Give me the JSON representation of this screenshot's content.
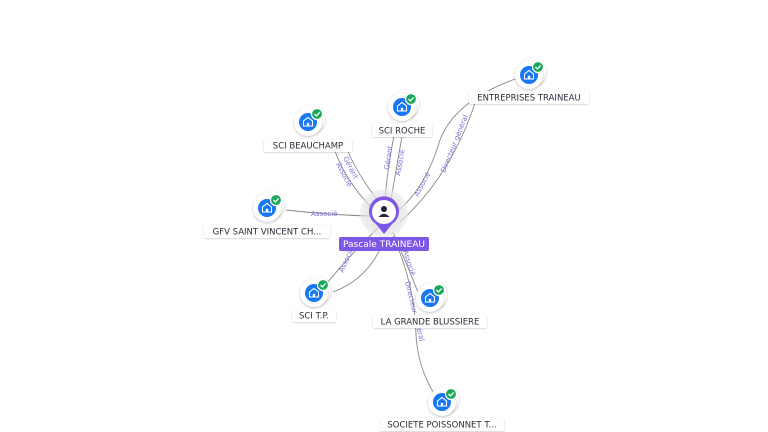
{
  "center": {
    "name": "Pascale TRAINEAU",
    "icon": "person-icon",
    "color": "#7e57e8"
  },
  "colors": {
    "company": "#1877f2",
    "verified": "#1ca85b",
    "edge": "#8a8a8a",
    "edge_label": "#7d6fd6"
  },
  "nodes": [
    {
      "id": "sci-beauchamp",
      "label": "SCI BEAUCHAMP",
      "icon": "company-building-icon",
      "verified": true
    },
    {
      "id": "sci-roche",
      "label": "SCI ROCHE",
      "icon": "company-building-icon",
      "verified": true
    },
    {
      "id": "entreprises-traineau",
      "label": "ENTREPRISES TRAINEAU",
      "icon": "company-building-icon",
      "verified": true
    },
    {
      "id": "gfv-saint-vincent",
      "label": "GFV SAINT VINCENT CH...",
      "icon": "company-building-icon",
      "verified": true
    },
    {
      "id": "sci-tp",
      "label": "SCI T.P.",
      "icon": "company-building-icon",
      "verified": true
    },
    {
      "id": "la-grande-blussiere",
      "label": "LA GRANDE BLUSSIERE",
      "icon": "company-building-icon",
      "verified": true
    },
    {
      "id": "societe-poissonnet",
      "label": "SOCIETE POISSONNET T...",
      "icon": "company-building-icon",
      "verified": true
    }
  ],
  "edges": [
    {
      "id": "e-beauchamp",
      "roles": [
        "Gérant",
        "Associé"
      ]
    },
    {
      "id": "e-roche",
      "roles": [
        "Gérant",
        "Associé"
      ]
    },
    {
      "id": "e-entreprises-associe",
      "roles": [
        "Associé"
      ]
    },
    {
      "id": "e-entreprises-directeur",
      "roles": [
        "Directeur général"
      ]
    },
    {
      "id": "e-gfv",
      "roles": [
        "Associé"
      ]
    },
    {
      "id": "e-scitp",
      "roles": [
        "Associé"
      ]
    },
    {
      "id": "e-blussiere",
      "roles": [
        "Associé"
      ]
    },
    {
      "id": "e-poissonnet",
      "roles": [
        "Directeur général"
      ]
    }
  ]
}
